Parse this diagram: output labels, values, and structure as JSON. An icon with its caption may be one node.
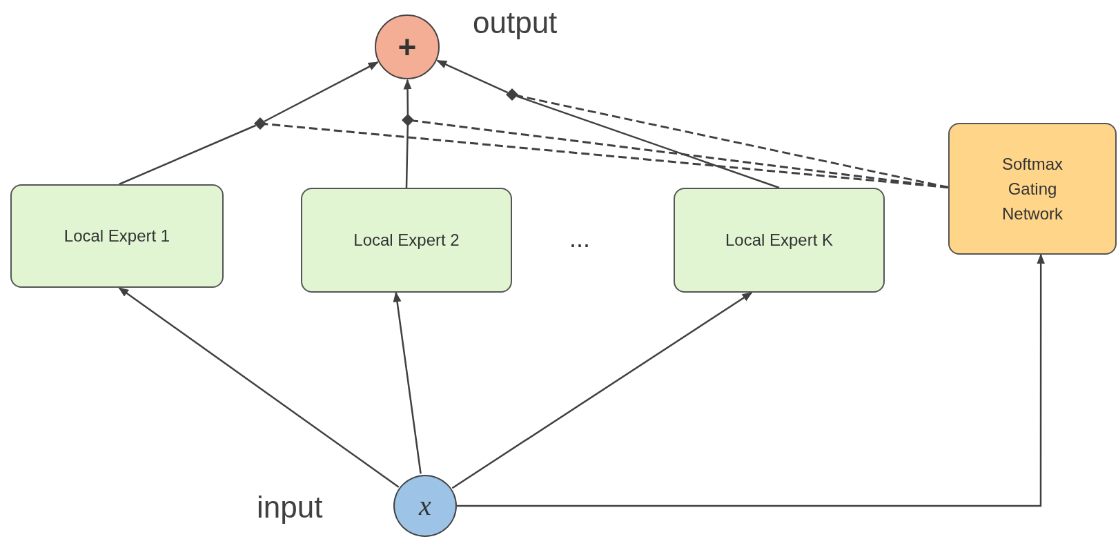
{
  "diagram": {
    "nodes": [
      {
        "text": [
          "+"
        ],
        "beside": [
          "output"
        ]
      },
      {
        "text": [
          "Local Expert 1"
        ]
      },
      {
        "text": [
          "Local Expert 2"
        ]
      },
      {
        "text": [
          "Local Expert K"
        ]
      },
      {
        "text": [
          "Softmax Gating Network"
        ]
      },
      {
        "text": [
          "x"
        ],
        "beside": [
          "input"
        ]
      },
      {
        "text": [],
        "shape": "diamond"
      },
      {
        "text": [],
        "shape": "diamond"
      },
      {
        "text": [],
        "shape": "diamond"
      }
    ],
    "edges": [
      {
        "from": 5,
        "to": 1,
        "arrow": "to"
      },
      {
        "from": 5,
        "to": 2,
        "arrow": "to"
      },
      {
        "from": 5,
        "to": 3,
        "arrow": "to"
      },
      {
        "from": 5,
        "to": 4,
        "arrow": "to"
      },
      {
        "from": 1,
        "to": 6,
        "arrow": "none"
      },
      {
        "from": 6,
        "to": 0,
        "arrow": "to"
      },
      {
        "from": 2,
        "to": 7,
        "arrow": "none"
      },
      {
        "from": 7,
        "to": 0,
        "arrow": "to"
      },
      {
        "from": 3,
        "to": 8,
        "arrow": "none"
      },
      {
        "from": 8,
        "to": 0,
        "arrow": "to"
      },
      {
        "from": 4,
        "to": 6,
        "arrow": "none",
        "style": "dashed"
      },
      {
        "from": 4,
        "to": 7,
        "arrow": "none",
        "style": "dashed"
      },
      {
        "from": 4,
        "to": 8,
        "arrow": "none",
        "style": "dashed"
      }
    ],
    "labels": [
      "..."
    ]
  }
}
